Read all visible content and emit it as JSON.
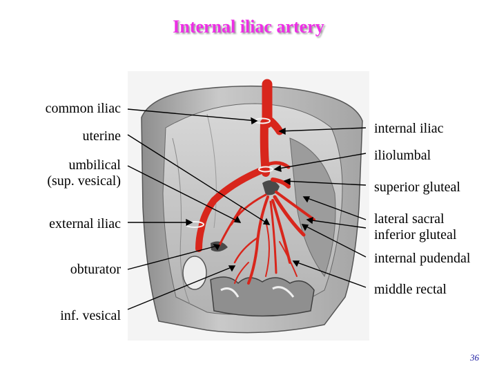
{
  "slide": {
    "title": "Internal iliac artery",
    "page_number": "36"
  },
  "colors": {
    "title": "#ee2ee6",
    "artery": "#d8261c",
    "tissue": "#bdbdbd",
    "leader_line": "#000000"
  },
  "labels_left": {
    "common_iliac": "common iliac",
    "uterine": "uterine",
    "umbilical_line1": "umbilical",
    "umbilical_line2": "(sup. vesical)",
    "external_iliac": "external iliac",
    "obturator": "obturator",
    "inf_vesical": "inf. vesical"
  },
  "labels_right": {
    "internal_iliac": "internal iliac",
    "iliolumbal": "iliolumbal",
    "superior_gluteal": "superior gluteal",
    "lateral_sacral": "lateral sacral",
    "inferior_gluteal": "inferior gluteal",
    "internal_pudendal": "internal pudendal",
    "middle_rectal": "middle rectal"
  }
}
